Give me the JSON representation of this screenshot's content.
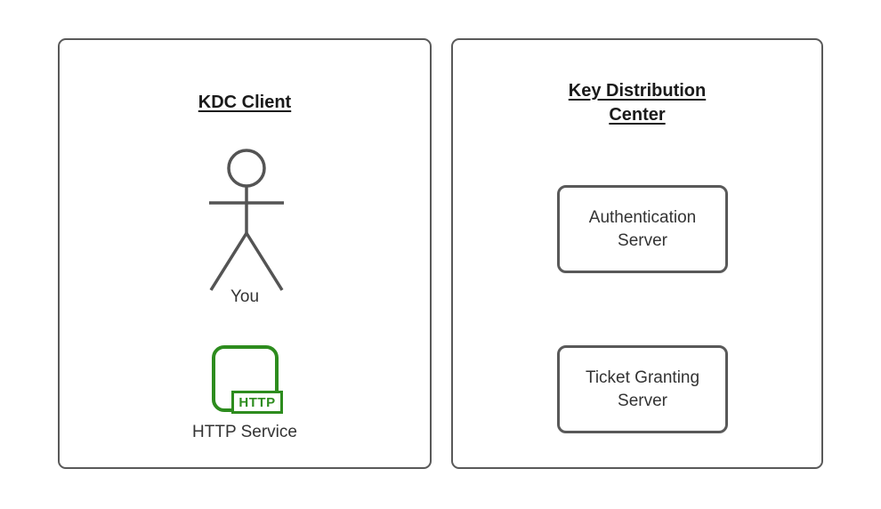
{
  "left_panel": {
    "title": "KDC Client",
    "actor_label": "You",
    "badge_text": "HTTP",
    "service_label": "HTTP Service"
  },
  "right_panel": {
    "title": "Key Distribution Center",
    "nodes": [
      {
        "label": "Authentication Server"
      },
      {
        "label": "Ticket Granting Server"
      }
    ]
  },
  "colors": {
    "panel_stroke_gray": "#595959",
    "accent_green": "#2d8c1e",
    "title_text": "#1a1a1a",
    "label_text": "#333333",
    "background": "#ffffff"
  }
}
